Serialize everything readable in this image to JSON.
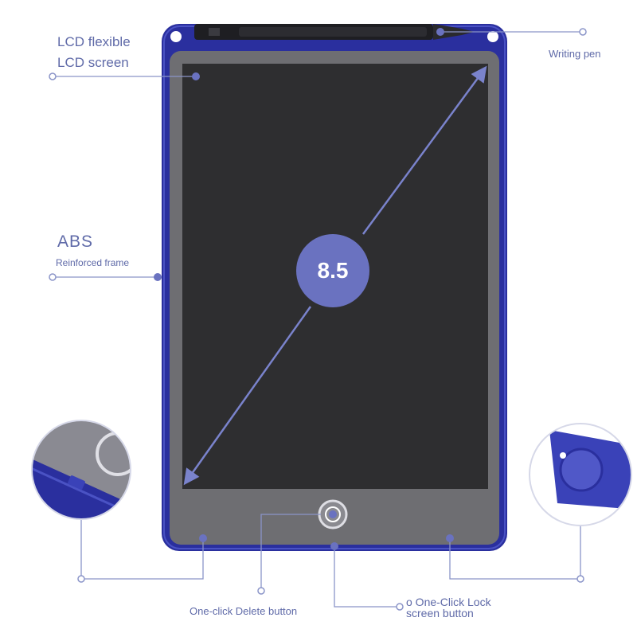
{
  "labels": {
    "lcd_line1": "LCD flexible",
    "lcd_line2": "LCD screen",
    "abs": "ABS",
    "reinforced_frame": "Reinforced frame",
    "writing_pen": "Writing pen",
    "delete_button": "One-click Delete button",
    "lock_line1": "o One-Click Lock",
    "lock_line2": "screen button"
  },
  "screen_size": "8.5",
  "colors": {
    "frame": "#2a2f9e",
    "bezel": "#6e6e72",
    "screen": "#2e2e30",
    "accent": "#6a72c0",
    "callout": "#8a94c8"
  }
}
